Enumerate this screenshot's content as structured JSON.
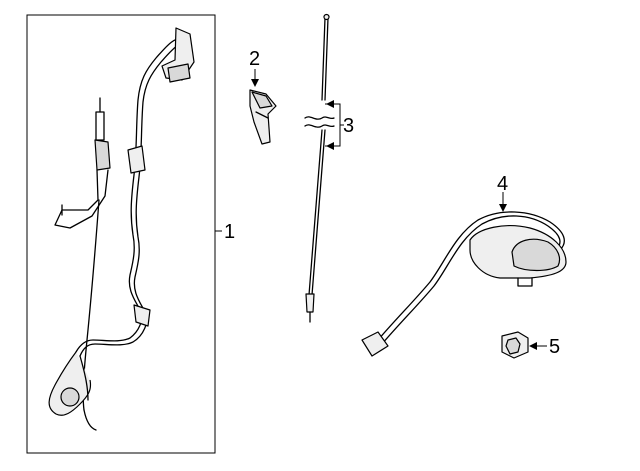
{
  "callouts": [
    {
      "id": "part-1",
      "label": "1"
    },
    {
      "id": "part-2",
      "label": "2"
    },
    {
      "id": "part-3",
      "label": "3"
    },
    {
      "id": "part-4",
      "label": "4"
    },
    {
      "id": "part-5",
      "label": "5"
    }
  ],
  "colors": {
    "line": "#000000",
    "background": "#ffffff",
    "shade": "#d9d9d9"
  }
}
